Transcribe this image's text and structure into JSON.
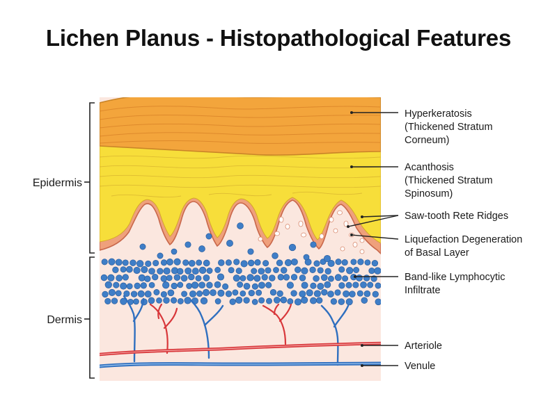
{
  "title": "Lichen Planus - Histopathological Features",
  "regions": {
    "epidermis": "Epidermis",
    "dermis": "Dermis"
  },
  "labels": [
    {
      "id": "hyperkeratosis",
      "lines": [
        "Hyperkeratosis",
        "(Thickened Stratum",
        "Corneum)"
      ]
    },
    {
      "id": "acanthosis",
      "lines": [
        "Acanthosis",
        "(Thickened Stratum",
        "Spinosum)"
      ]
    },
    {
      "id": "rete-ridges",
      "lines": [
        "Saw-tooth Rete Ridges"
      ]
    },
    {
      "id": "liquefaction",
      "lines": [
        "Liquefaction Degeneration",
        "of Basal Layer"
      ]
    },
    {
      "id": "infiltrate",
      "lines": [
        "Band-like Lymphocytic",
        "Infiltrate"
      ]
    },
    {
      "id": "arteriole",
      "lines": [
        "Arteriole"
      ]
    },
    {
      "id": "venule",
      "lines": [
        "Venule"
      ]
    }
  ],
  "colors": {
    "stratum_corneum": "#F3A53C",
    "stratum_spinosum": "#F7DE3A",
    "basal_layer": "#EFA07C",
    "dermis": "#FBE7DF",
    "lymphocyte": "#3F7EC7",
    "arteriole": "#D8373A",
    "venule": "#2F6FBF"
  }
}
